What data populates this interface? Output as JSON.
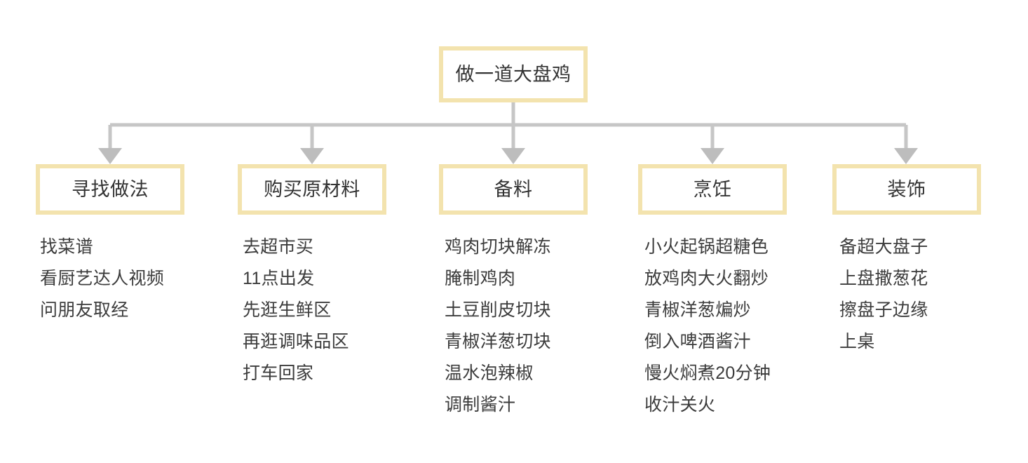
{
  "diagram": {
    "type": "tree-flowchart",
    "orientation": "top-down",
    "colors": {
      "node_border": "#f3e3ae",
      "node_background": "#ffffff",
      "connector": "#c6c6c6",
      "text": "#3c3c3c"
    },
    "root": {
      "label": "做一道大盘鸡"
    },
    "branches": [
      {
        "label": "寻找做法",
        "items": [
          "找菜谱",
          "看厨艺达人视频",
          "问朋友取经"
        ]
      },
      {
        "label": "购买原材料",
        "items": [
          "去超市买",
          "11点出发",
          "先逛生鲜区",
          "再逛调味品区",
          "打车回家"
        ]
      },
      {
        "label": "备料",
        "items": [
          "鸡肉切块解冻",
          "腌制鸡肉",
          "土豆削皮切块",
          "青椒洋葱切块",
          "温水泡辣椒",
          "调制酱汁"
        ]
      },
      {
        "label": "烹饪",
        "items": [
          "小火起锅超糖色",
          "放鸡肉大火翻炒",
          "青椒洋葱煸炒",
          "倒入啤酒酱汁",
          "慢火焖煮20分钟",
          "收汁关火"
        ]
      },
      {
        "label": "装饰",
        "items": [
          "备超大盘子",
          "上盘撒葱花",
          "擦盘子边缘",
          "上桌"
        ]
      }
    ]
  }
}
